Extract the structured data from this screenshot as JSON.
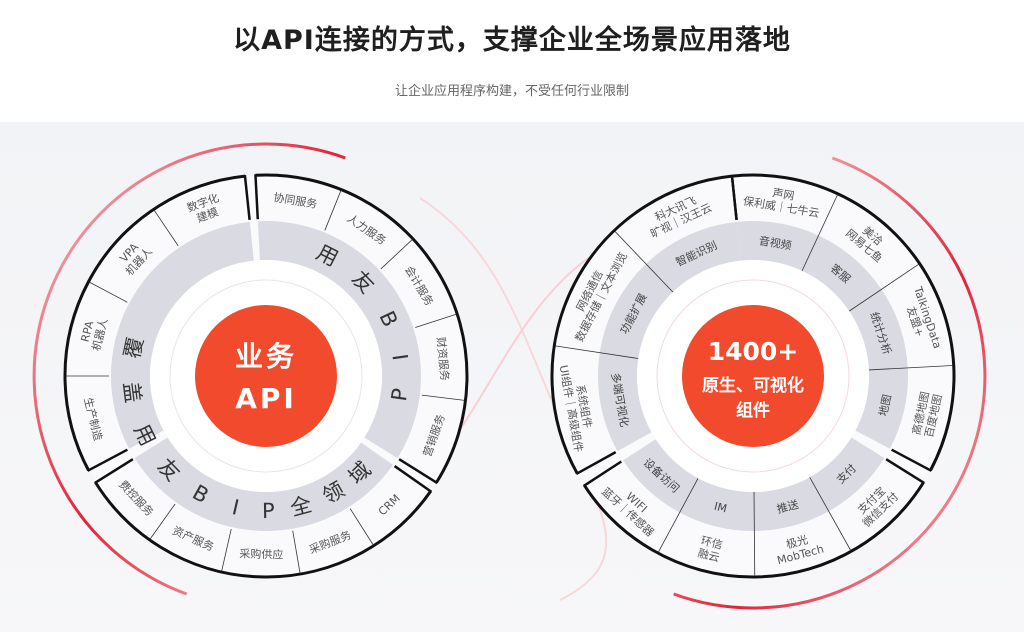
{
  "header": {
    "title": "以API连接的方式，支撑企业全场景应用落地",
    "subtitle": "让企业应用程序构建，不受任何行业限制"
  },
  "colors": {
    "accent": "#f24a2c",
    "band": "#d9dae2",
    "border": "#111111"
  },
  "left_wheel": {
    "center_lines": [
      "业务",
      "API"
    ],
    "groups": [
      {
        "band_text": [
          "用",
          "友",
          "B",
          "I",
          "P"
        ],
        "cells": [
          {
            "lines": [
              "协同服务"
            ]
          },
          {
            "lines": [
              "人力服务"
            ]
          },
          {
            "lines": [
              "会计服务"
            ]
          },
          {
            "lines": [
              "财资服务"
            ]
          },
          {
            "lines": [
              "营销服务"
            ]
          }
        ]
      },
      {
        "band_text": [],
        "cells": [
          {
            "lines": [
              "CRM"
            ]
          },
          {
            "lines": [
              "采购服务"
            ]
          },
          {
            "lines": [
              "采购供应"
            ]
          },
          {
            "lines": [
              "资产服务"
            ]
          },
          {
            "lines": [
              "费控服务"
            ]
          }
        ]
      },
      {
        "band_text": [],
        "cells": [
          {
            "lines": [
              "生产制造"
            ]
          },
          {
            "lines": [
              "RPA",
              "机器人"
            ]
          },
          {
            "lines": [
              "VPA",
              "机器人"
            ]
          },
          {
            "lines": [
              "数字化",
              "建模"
            ]
          }
        ]
      }
    ],
    "slogan": [
      "覆",
      "盖",
      "用",
      "友",
      "B",
      "I",
      "P",
      "全",
      "领",
      "域"
    ]
  },
  "right_wheel": {
    "center_lines": [
      "1400+",
      "原生、可视化",
      "组件"
    ],
    "groups": [
      {
        "cells": [
          {
            "band": "音视频",
            "lines": [
              "声网",
              "保利威｜七牛云"
            ]
          },
          {
            "band": "客服",
            "lines": [
              "美洽",
              "网易七鱼"
            ]
          },
          {
            "band": "统计分析",
            "lines": [
              "TalkingData",
              "友盟+"
            ]
          },
          {
            "band": "地图",
            "lines": [
              "高德地图",
              "百度地图"
            ]
          }
        ]
      },
      {
        "cells": [
          {
            "band": "支付",
            "lines": [
              "支付宝",
              "微信支付"
            ]
          },
          {
            "band": "推送",
            "lines": [
              "极光",
              "MobTech"
            ]
          },
          {
            "band": "IM",
            "lines": [
              "环信",
              "融云"
            ]
          },
          {
            "band": "设备访问",
            "lines": [
              "WIFI",
              "蓝牙｜传感器"
            ]
          }
        ]
      },
      {
        "cells": [
          {
            "band": "多端可视化",
            "lines": [
              "系统组件",
              "UI组件｜高级组件"
            ]
          },
          {
            "band": "功能扩展",
            "lines": [
              "网络通信",
              "数据存储｜文本浏览"
            ]
          },
          {
            "band": "智能识别",
            "lines": [
              "科大讯飞",
              "旷视｜汉王云"
            ]
          }
        ]
      }
    ]
  }
}
